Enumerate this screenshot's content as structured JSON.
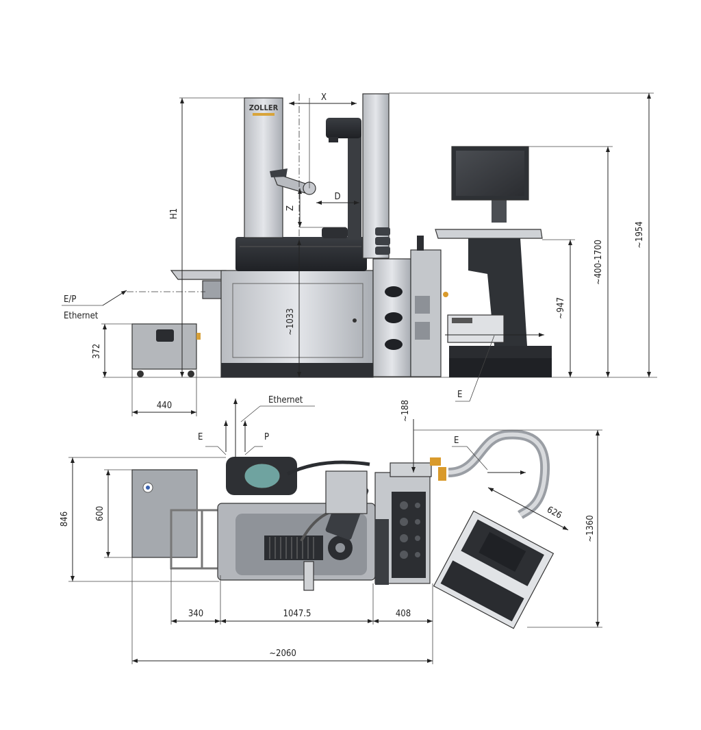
{
  "labels": {
    "brand": "ZOLLER",
    "x": "X",
    "d": "D",
    "z": "Z",
    "h1": "H1",
    "ep": "E/P",
    "ethernet_front": "Ethernet",
    "e_front": "E",
    "ethernet_top": "Ethernet",
    "e_top_left": "E",
    "p_top": "P",
    "e_top_right": "E"
  },
  "dimensions": {
    "d1954": "~1954",
    "d400_1700": "~400-1700",
    "d947": "~947",
    "d1033": "~1033",
    "d372": "372",
    "d440": "440",
    "d188": "~188",
    "d846": "846",
    "d600": "600",
    "d626": "626",
    "d1360": "~1360",
    "d340": "340",
    "d1047": "1047.5",
    "d408": "408",
    "d2060": "~2060"
  }
}
